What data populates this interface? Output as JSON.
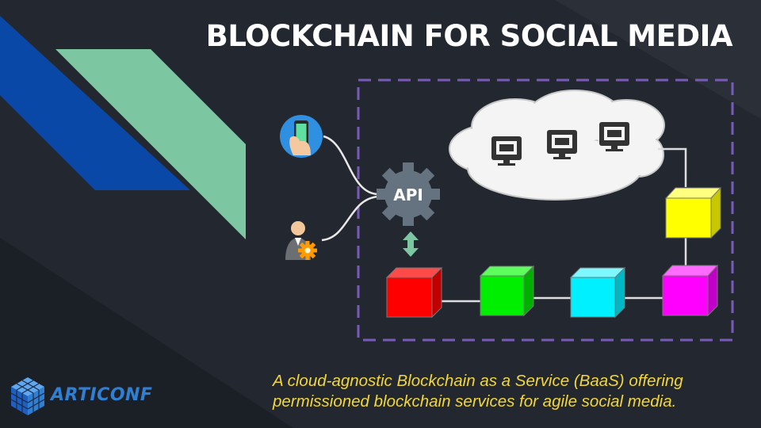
{
  "slide": {
    "title": "BLOCKCHAIN FOR SOCIAL MEDIA",
    "caption_line1": "A cloud-agnostic Blockchain as a Service (BaaS) offering",
    "caption_line2": "permissioned blockchain services for agile social media.",
    "brand": "ARTICONF"
  },
  "diagram": {
    "api_label": "API",
    "block_colors": {
      "red": "#ff0000",
      "green": "#00ee00",
      "cyan": "#00f0ff",
      "magenta": "#ff00ff",
      "yellow": "#ffff00"
    },
    "icons": [
      "smartphone-hand-icon",
      "user-gear-icon",
      "api-gear-icon",
      "computer-monitor-icon",
      "bidirectional-arrow-icon",
      "articonf-cube-logo"
    ]
  },
  "colors": {
    "background": "#232830",
    "accent_blue": "#0a48a8",
    "accent_green": "#7cc6a2",
    "dashed_border": "#7a5ab8",
    "caption": "#f2d63a"
  }
}
